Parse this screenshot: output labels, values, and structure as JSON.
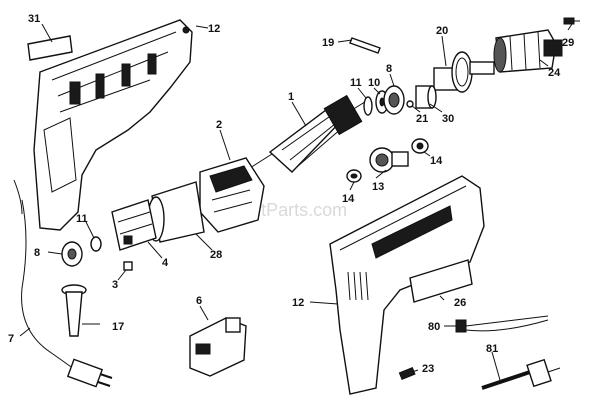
{
  "watermark": "eReplacementParts.com",
  "callouts": [
    {
      "id": "c31",
      "text": "31"
    },
    {
      "id": "c12a",
      "text": "12"
    },
    {
      "id": "c19",
      "text": "19"
    },
    {
      "id": "c20",
      "text": "20"
    },
    {
      "id": "c29",
      "text": "29"
    },
    {
      "id": "c24",
      "text": "24"
    },
    {
      "id": "c1",
      "text": "1"
    },
    {
      "id": "c11a",
      "text": "11"
    },
    {
      "id": "c10",
      "text": "10"
    },
    {
      "id": "c8a",
      "text": "8"
    },
    {
      "id": "c21",
      "text": "21"
    },
    {
      "id": "c30",
      "text": "30"
    },
    {
      "id": "c2",
      "text": "2"
    },
    {
      "id": "c14a",
      "text": "14"
    },
    {
      "id": "c13",
      "text": "13"
    },
    {
      "id": "c14b",
      "text": "14"
    },
    {
      "id": "c11b",
      "text": "11"
    },
    {
      "id": "c8b",
      "text": "8"
    },
    {
      "id": "c4",
      "text": "4"
    },
    {
      "id": "c28",
      "text": "28"
    },
    {
      "id": "c3",
      "text": "3"
    },
    {
      "id": "c6",
      "text": "6"
    },
    {
      "id": "c12b",
      "text": "12"
    },
    {
      "id": "c26",
      "text": "26"
    },
    {
      "id": "c80",
      "text": "80"
    },
    {
      "id": "c17",
      "text": "17"
    },
    {
      "id": "c7",
      "text": "7"
    },
    {
      "id": "c81",
      "text": "81"
    },
    {
      "id": "c23",
      "text": "23"
    }
  ]
}
